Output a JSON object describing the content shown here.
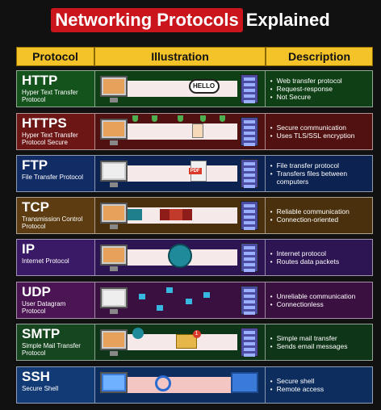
{
  "title": {
    "highlight": "Networking Protocols",
    "rest": "Explained"
  },
  "header": {
    "protocol": "Protocol",
    "illustration": "Illustration",
    "description": "Description"
  },
  "rows": [
    {
      "name": "HTTP",
      "full": "Hyper Text Transfer Protocol",
      "desc": [
        "Web transfer protocol",
        "Request-response",
        "Not Secure"
      ],
      "badge": "HELLO"
    },
    {
      "name": "HTTPS",
      "full": "Hyper Text Transfer Protocol Secure",
      "desc": [
        "Secure communication",
        "Uses TLS/SSL encryption"
      ]
    },
    {
      "name": "FTP",
      "full": "File Transfer Protocol",
      "desc": [
        "File transfer protocol",
        "Transfers files between computers"
      ],
      "badge": "PDF"
    },
    {
      "name": "TCP",
      "full": "Transmission Control Protocol",
      "desc": [
        "Reliable communication",
        "Connection-oriented"
      ]
    },
    {
      "name": "IP",
      "full": "Internet Protocol",
      "desc": [
        "Internet protocol",
        "Routes data packets"
      ]
    },
    {
      "name": "UDP",
      "full": "User Datagram Protocol",
      "desc": [
        "Unreliable communication",
        "Connectionless"
      ]
    },
    {
      "name": "SMTP",
      "full": "Simple Mail Transfer Protocol",
      "desc": [
        "Simple mail transfer",
        "Sends email messages"
      ],
      "badge": "1"
    },
    {
      "name": "SSH",
      "full": "Secure Shell",
      "desc": [
        "Secure shell",
        "Remote access"
      ]
    }
  ],
  "colors": {
    "title_highlight": "#c9151b",
    "header": "#f4c32a"
  }
}
